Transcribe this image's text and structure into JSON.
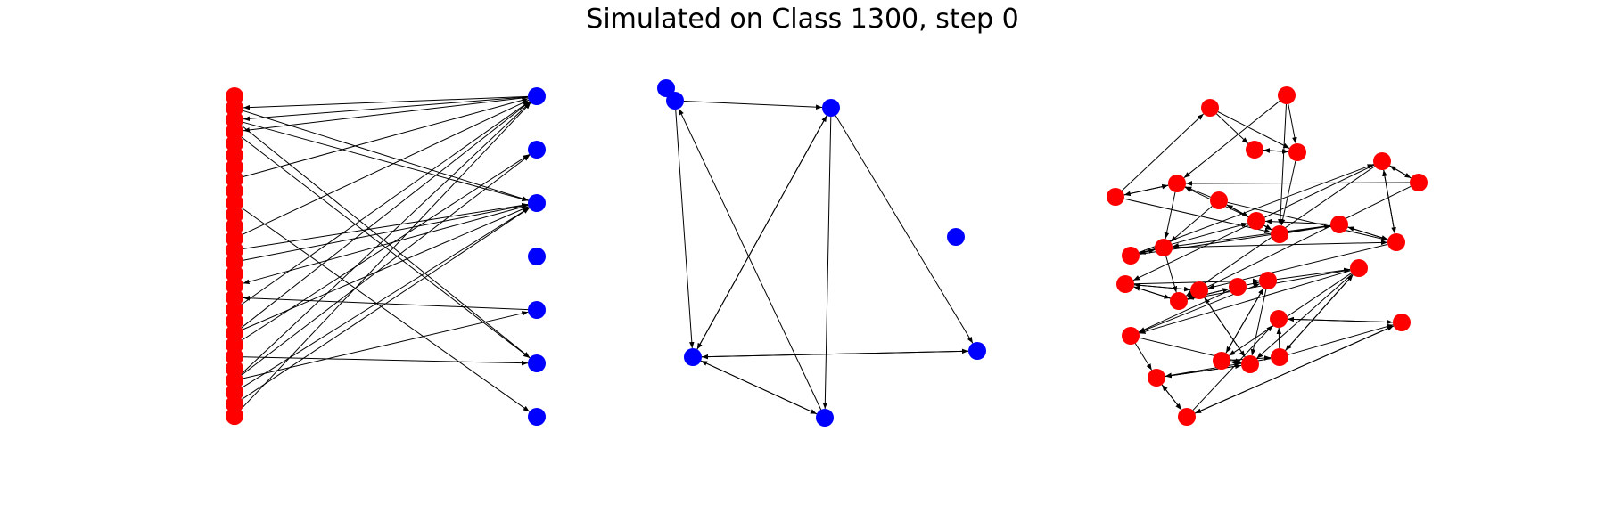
{
  "title": "Simulated on Class 1300, step 0",
  "colors": {
    "red_nodes": "#ff0000",
    "blue_nodes": "#0000ff",
    "edges": "#000000"
  },
  "panels": [
    {
      "id": "left-bipartite",
      "nodes": {
        "L0": "red",
        "L1": "red",
        "L2": "red",
        "L3": "red",
        "L4": "red",
        "L5": "red",
        "L6": "red",
        "L7": "red",
        "L8": "red",
        "L9": "red",
        "L10": "red",
        "L11": "red",
        "L12": "red",
        "L13": "red",
        "L14": "red",
        "L15": "red",
        "L16": "red",
        "L17": "red",
        "L18": "red",
        "L19": "red",
        "L20": "red",
        "L21": "red",
        "L22": "red",
        "L23": "red",
        "L24": "red",
        "L25": "red",
        "L26": "red",
        "L27": "red",
        "R0": "blue",
        "R1": "blue",
        "R2": "blue",
        "R3": "blue",
        "R4": "blue",
        "R5": "blue",
        "R6": "blue"
      },
      "edges": [
        [
          "R0",
          "L1"
        ],
        [
          "R0",
          "L2"
        ],
        [
          "R0",
          "L3"
        ],
        [
          "L7",
          "R0"
        ],
        [
          "L12",
          "R0"
        ],
        [
          "L18",
          "R0"
        ],
        [
          "L20",
          "R0"
        ],
        [
          "L24",
          "R0"
        ],
        [
          "L27",
          "R0"
        ],
        [
          "L1",
          "R2"
        ],
        [
          "L2",
          "R2"
        ],
        [
          "L26",
          "R2"
        ],
        [
          "L25",
          "R2"
        ],
        [
          "L20",
          "R2"
        ],
        [
          "R2",
          "L16"
        ],
        [
          "L14",
          "R2"
        ],
        [
          "L13",
          "R2"
        ],
        [
          "L24",
          "R1"
        ],
        [
          "L21",
          "R1"
        ],
        [
          "R4",
          "L17"
        ],
        [
          "L24",
          "R4"
        ],
        [
          "L2",
          "R5"
        ],
        [
          "L3",
          "R5"
        ],
        [
          "L22",
          "R5"
        ],
        [
          "L9",
          "R6"
        ]
      ]
    },
    {
      "id": "middle-blue",
      "nodes": {
        "M0": "blue",
        "M1": "blue",
        "M2": "blue",
        "M3": "blue",
        "M4": "blue",
        "M5": "blue",
        "M6": "blue"
      },
      "edges": [
        [
          "M1",
          "M2"
        ],
        [
          "M2",
          "M4"
        ],
        [
          "M2",
          "M3"
        ],
        [
          "M2",
          "M5"
        ],
        [
          "M3",
          "M2"
        ],
        [
          "M4",
          "M3"
        ],
        [
          "M3",
          "M4"
        ],
        [
          "M1",
          "M3"
        ],
        [
          "M4",
          "M1"
        ],
        [
          "M3",
          "M5"
        ],
        [
          "M5",
          "M3"
        ]
      ]
    },
    {
      "id": "right-red",
      "nodes": {
        "A0": "red",
        "A1": "red",
        "A2": "red",
        "A3": "red",
        "A4": "red",
        "A5": "red",
        "A6": "red",
        "A7": "red",
        "A8": "red",
        "A9": "red",
        "A10": "red",
        "A11": "red",
        "A12": "red",
        "A13": "red",
        "A14": "red",
        "A15": "red",
        "A16": "red",
        "A17": "red",
        "A18": "red",
        "A19": "red",
        "A20": "red",
        "A21": "red",
        "A22": "red",
        "A23": "red",
        "A24": "red",
        "A25": "red",
        "A26": "red",
        "A27": "red",
        "A28": "red"
      },
      "edges": [
        [
          "A0",
          "A3"
        ],
        [
          "A0",
          "A2"
        ],
        [
          "A2",
          "A3"
        ],
        [
          "A3",
          "A2"
        ],
        [
          "A1",
          "A3"
        ],
        [
          "A1",
          "A5"
        ],
        [
          "A4",
          "A0"
        ],
        [
          "A4",
          "A5"
        ],
        [
          "A5",
          "A4"
        ],
        [
          "A6",
          "A5"
        ],
        [
          "A6",
          "A10"
        ],
        [
          "A6",
          "A8"
        ],
        [
          "A6",
          "A7"
        ],
        [
          "A7",
          "A8"
        ],
        [
          "A8",
          "A6"
        ],
        [
          "A9",
          "A10"
        ],
        [
          "A10",
          "A9"
        ],
        [
          "A9",
          "A7"
        ],
        [
          "A9",
          "A11"
        ],
        [
          "A11",
          "A10"
        ],
        [
          "A10",
          "A14"
        ],
        [
          "A11",
          "A14"
        ],
        [
          "A14",
          "A11"
        ],
        [
          "A12",
          "A13"
        ],
        [
          "A13",
          "A12"
        ],
        [
          "A12",
          "A15"
        ],
        [
          "A12",
          "A16"
        ],
        [
          "A15",
          "A16"
        ],
        [
          "A16",
          "A15"
        ],
        [
          "A15",
          "A17"
        ],
        [
          "A17",
          "A15"
        ],
        [
          "A13",
          "A16"
        ],
        [
          "A16",
          "A18"
        ],
        [
          "A18",
          "A16"
        ],
        [
          "A18",
          "A19"
        ],
        [
          "A19",
          "A20"
        ],
        [
          "A20",
          "A21"
        ],
        [
          "A21",
          "A19"
        ],
        [
          "A19",
          "A22"
        ],
        [
          "A22",
          "A19"
        ],
        [
          "A22",
          "A23"
        ],
        [
          "A23",
          "A22"
        ],
        [
          "A20",
          "A24"
        ],
        [
          "A24",
          "A20"
        ],
        [
          "A22",
          "A24"
        ],
        [
          "A23",
          "A25"
        ],
        [
          "A25",
          "A23"
        ],
        [
          "A24",
          "A25"
        ],
        [
          "A26",
          "A25"
        ],
        [
          "A25",
          "A26"
        ],
        [
          "A26",
          "A27"
        ],
        [
          "A27",
          "A26"
        ],
        [
          "A24",
          "A27"
        ],
        [
          "A27",
          "A28"
        ],
        [
          "A28",
          "A27"
        ],
        [
          "A26",
          "A28"
        ],
        [
          "A21",
          "A25"
        ],
        [
          "A21",
          "A23"
        ],
        [
          "A23",
          "A17"
        ],
        [
          "A17",
          "A23"
        ],
        [
          "A20",
          "A23"
        ],
        [
          "A18",
          "A21"
        ],
        [
          "A20",
          "A22"
        ],
        [
          "A7",
          "A5"
        ],
        [
          "A8",
          "A11"
        ],
        [
          "A14",
          "A17"
        ],
        [
          "A16",
          "A20"
        ],
        [
          "A13",
          "A5"
        ],
        [
          "A6",
          "A14"
        ],
        [
          "A10",
          "A16"
        ],
        [
          "A4",
          "A8"
        ],
        [
          "A9",
          "A12"
        ],
        [
          "A12",
          "A14"
        ],
        [
          "A15",
          "A19"
        ],
        [
          "A19",
          "A23"
        ],
        [
          "A24",
          "A28"
        ],
        [
          "A1",
          "A8"
        ],
        [
          "A3",
          "A8"
        ],
        [
          "A5",
          "A10"
        ],
        [
          "A11",
          "A7"
        ],
        [
          "A14",
          "A12"
        ]
      ]
    }
  ]
}
